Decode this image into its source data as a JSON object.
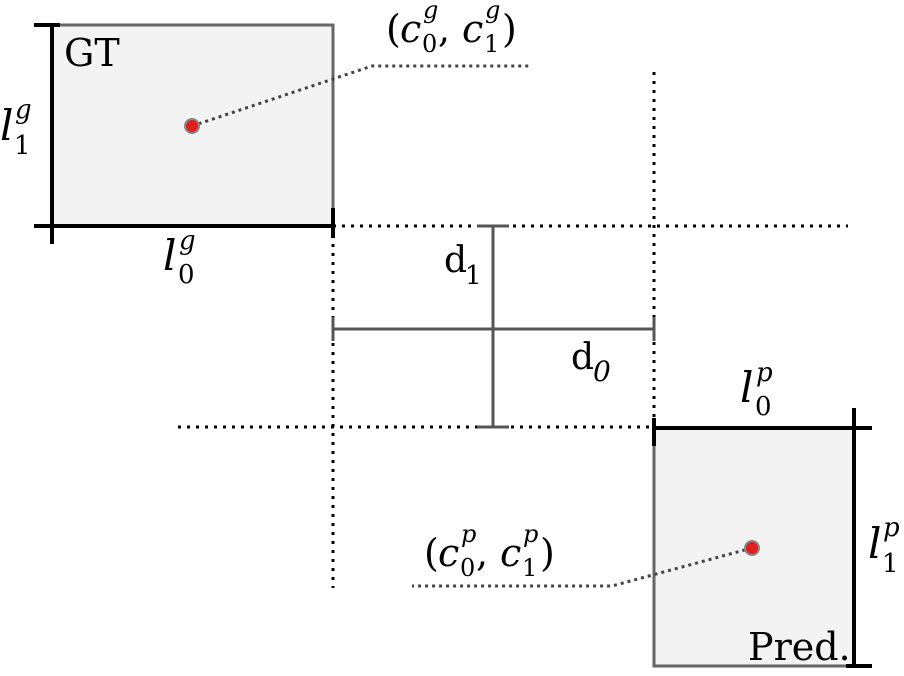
{
  "gt_box": {
    "label": "GT"
  },
  "pred_box": {
    "label": "Pred."
  },
  "gt_center_label": {
    "open": "(",
    "c": "c",
    "sub0": "0",
    "sup0": "g",
    "comma": ", ",
    "sub1": "1",
    "sup1": "g",
    "close": ")"
  },
  "pred_center_label": {
    "open": "(",
    "c": "c",
    "sub0": "0",
    "sup0": "p",
    "comma": ", ",
    "sub1": "1",
    "sup1": "p",
    "close": ")"
  },
  "gt_width_label": {
    "base": "l",
    "sub": "0",
    "sup": "g"
  },
  "gt_height_label": {
    "base": "l",
    "sub": "1",
    "sup": "g"
  },
  "pred_width_label": {
    "base": "l",
    "sub": "0",
    "sup": "p"
  },
  "pred_height_label": {
    "base": "l",
    "sub": "1",
    "sup": "p"
  },
  "d1_label": {
    "base": "d",
    "sub": "1"
  },
  "d0_label": {
    "base": "d",
    "sub": "0"
  },
  "colors": {
    "box_fill": "#f3f3f3",
    "box_stroke": "#666666",
    "measure": "#000000",
    "center_point": "#e02020",
    "dotted": "#000000",
    "leader": "#444444"
  }
}
